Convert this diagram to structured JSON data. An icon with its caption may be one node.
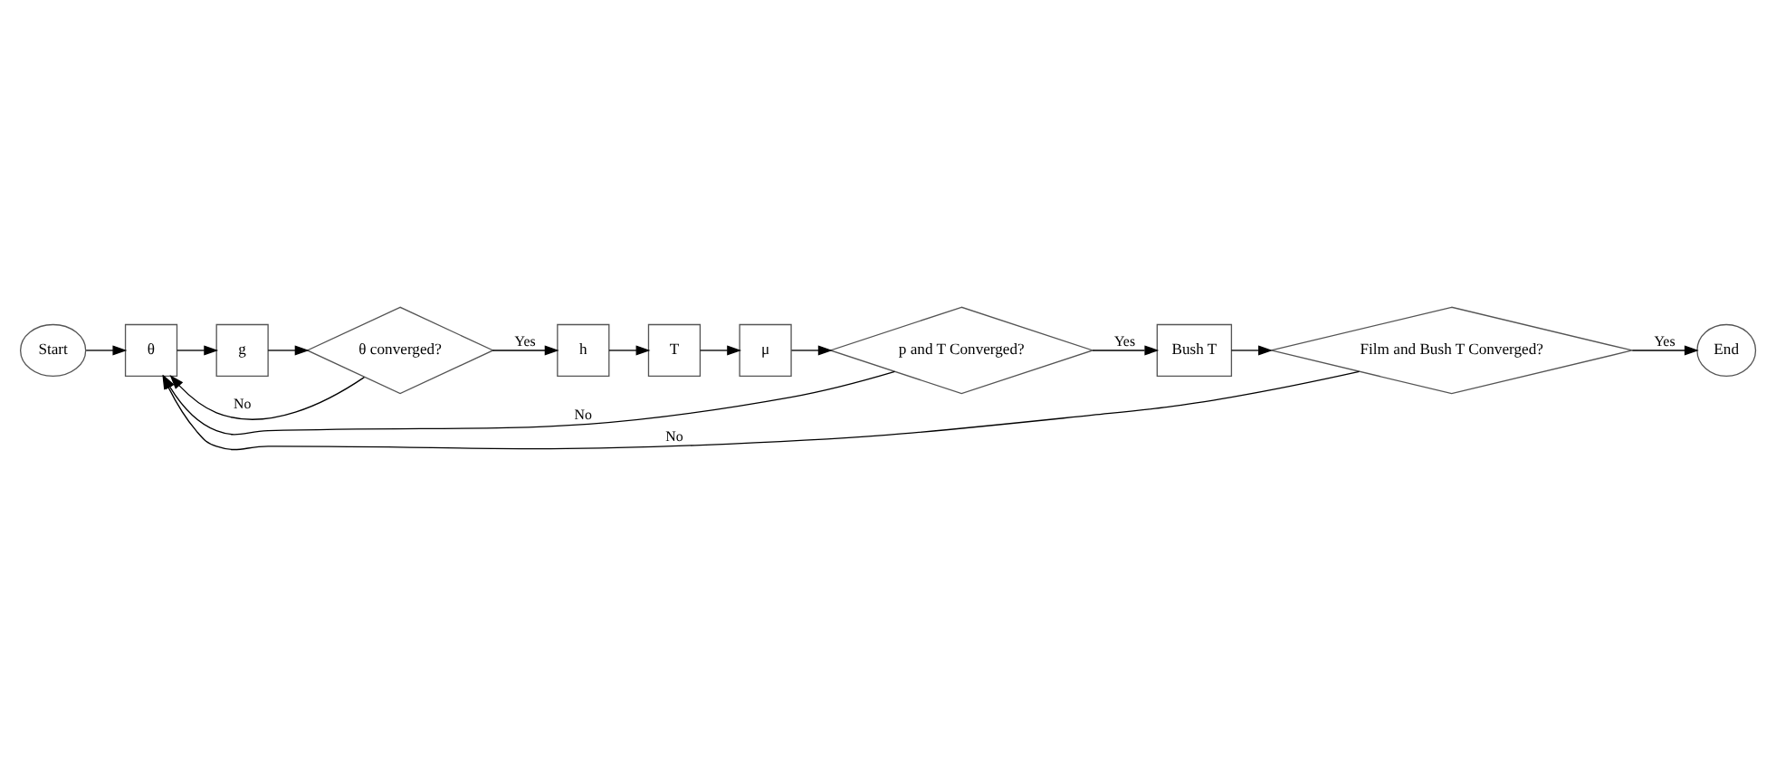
{
  "diagram": {
    "nodes": [
      {
        "text": [
          "Start"
        ]
      },
      {
        "text": [
          "θ"
        ]
      },
      {
        "text": [
          "g"
        ]
      },
      {
        "text": [
          "θ converged?"
        ]
      },
      {
        "text": [
          "h"
        ]
      },
      {
        "text": [
          "T"
        ]
      },
      {
        "text": [
          "μ"
        ]
      },
      {
        "text": [
          "p and T Converged?"
        ]
      },
      {
        "text": [
          "Bush T"
        ]
      },
      {
        "text": [
          "Film and Bush T Converged?"
        ]
      },
      {
        "text": [
          "End"
        ]
      }
    ],
    "edges": [
      {
        "from": 0,
        "to": 1,
        "arrow": "to"
      },
      {
        "from": 1,
        "to": 2,
        "arrow": "to"
      },
      {
        "from": 2,
        "to": 3,
        "arrow": "to"
      },
      {
        "from": 3,
        "to": 4,
        "arrow": "to",
        "label": "Yes"
      },
      {
        "from": 3,
        "to": 1,
        "arrow": "to",
        "label": "No"
      },
      {
        "from": 4,
        "to": 5,
        "arrow": "to"
      },
      {
        "from": 5,
        "to": 6,
        "arrow": "to"
      },
      {
        "from": 6,
        "to": 7,
        "arrow": "to"
      },
      {
        "from": 7,
        "to": 8,
        "arrow": "to",
        "label": "Yes"
      },
      {
        "from": 7,
        "to": 1,
        "arrow": "to",
        "label": "No"
      },
      {
        "from": 8,
        "to": 9,
        "arrow": "to"
      },
      {
        "from": 9,
        "to": 10,
        "arrow": "to",
        "label": "Yes"
      },
      {
        "from": 9,
        "to": 1,
        "arrow": "to",
        "label": "No"
      }
    ]
  }
}
